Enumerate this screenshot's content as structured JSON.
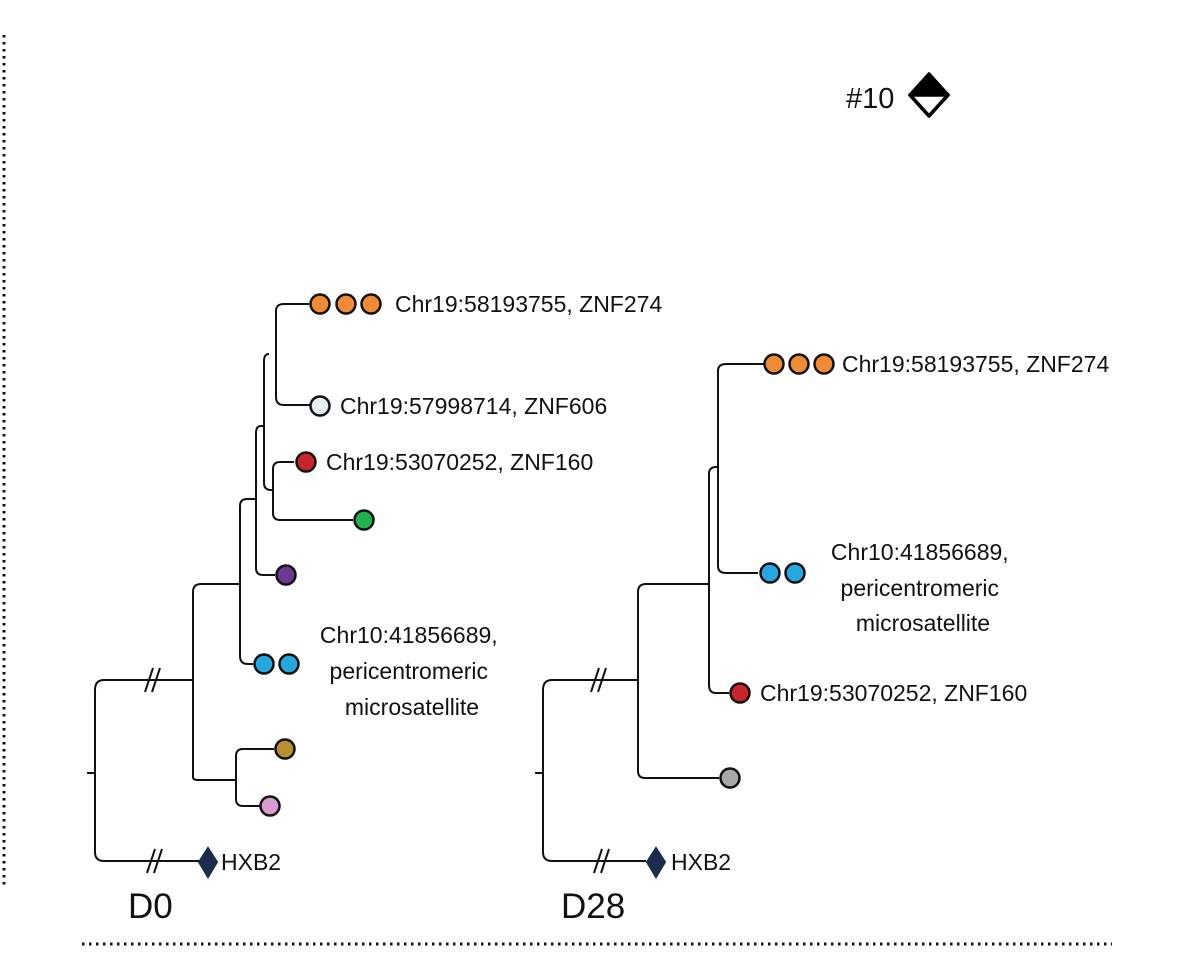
{
  "figure": {
    "patient_label": "#10",
    "node_colors": {
      "orange": "#ef8a36",
      "pale": "#e6eef0",
      "red": "#c8262c",
      "green": "#22b14c",
      "purple": "#6a3a93",
      "blue": "#27a7e1",
      "gold": "#b8902f",
      "pink": "#d79ccb",
      "gray": "#a8a8a8",
      "navy": "#1c2b49"
    }
  },
  "trees": [
    {
      "timepoint": "D0",
      "reference_label": "HXB2",
      "leaves": [
        {
          "label": "Chr19:58193755, ZNF274",
          "color": "orange",
          "count": 3
        },
        {
          "label": "Chr19:57998714, ZNF606",
          "color": "pale",
          "count": 1
        },
        {
          "label": "Chr19:53070252, ZNF160",
          "color": "red",
          "count": 1
        },
        {
          "label": "",
          "color": "green",
          "count": 1
        },
        {
          "label": "",
          "color": "purple",
          "count": 1
        },
        {
          "label_lines": [
            "Chr10:41856689,",
            "pericentromeric",
            "microsatellite"
          ],
          "color": "blue",
          "count": 2
        },
        {
          "label": "",
          "color": "gold",
          "count": 1
        },
        {
          "label": "",
          "color": "pink",
          "count": 1
        }
      ]
    },
    {
      "timepoint": "D28",
      "reference_label": "HXB2",
      "leaves": [
        {
          "label": "Chr19:58193755, ZNF274",
          "color": "orange",
          "count": 3
        },
        {
          "label_lines": [
            "Chr10:41856689,",
            "pericentromeric",
            "microsatellite"
          ],
          "color": "blue",
          "count": 2
        },
        {
          "label": "Chr19:53070252, ZNF160",
          "color": "red",
          "count": 1
        },
        {
          "label": "",
          "color": "gray",
          "count": 1
        }
      ]
    }
  ]
}
